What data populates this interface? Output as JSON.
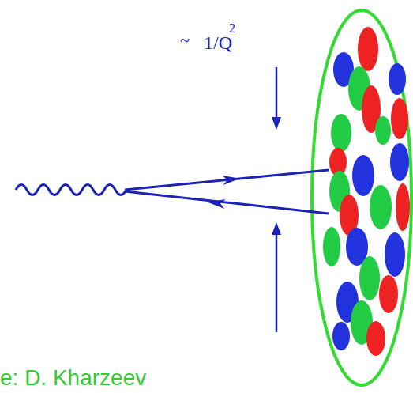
{
  "diagram": {
    "labels": [
      "~",
      "1/Q",
      "2",
      "e: D. Kharzeev"
    ]
  }
}
